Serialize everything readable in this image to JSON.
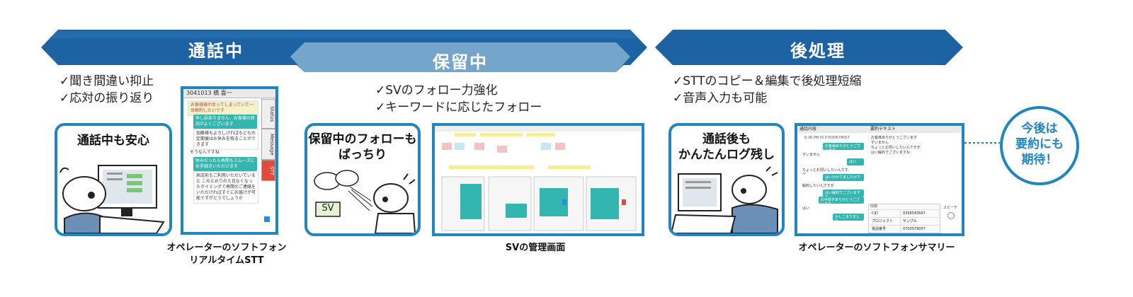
{
  "phases": {
    "during_call": {
      "label": "通話中",
      "bullets": [
        "✓聞き間違い抑止",
        "✓応対の振り返り"
      ],
      "panel_title": "通話中も安心",
      "caption_lines": [
        "オペレーターのソフトフォン",
        "リアルタイムSTT"
      ],
      "screenshot": {
        "header": "3041013 橋 喜一",
        "tabs": [
          "Status",
          "Message",
          "STT"
        ],
        "messages": [
          "お客様様が余ってしまっていて一旦解約したいです",
          "申し訳ありません、お客様の状況がよくございます",
          "加藤様もよろしければもどもの定期便はお休みを取ることができます",
          "そうなんですね",
          "休みだったら再開もスムーズにお手続きいただけます",
          "来店前もご利用いただいていると  このとおりの土日なくなっ たタイミングで再開のご連絡をいただければすぐにお届けが可能ですがどうでしょうか"
        ]
      }
    },
    "on_hold": {
      "label": "保留中",
      "bullets": [
        "✓SVのフォロー力強化",
        "✓キーワードに応じたフォロー"
      ],
      "panel_title_lines": [
        "保留中のフォローも",
        "ばっちり"
      ],
      "sv_label": "SV",
      "caption": "SVの管理画面"
    },
    "after_call": {
      "label": "後処理",
      "bullets": [
        "✓STTのコピー＆編集で後処理短縮",
        "✓音声入力も可能"
      ],
      "panel_title_lines": [
        "通話後も",
        "かんたんログ残し"
      ],
      "caption": "オペレーターのソフトフォンサマリー",
      "screenshot": {
        "left_header": "通話内容",
        "right_header": "要約テキスト",
        "timestamp": "6:36 PM ID 07030579057",
        "summary_text": [
          "お客様ありがとうございます",
          "すいません",
          "ちょっとお伺いしたいんですが",
          "はい解約でございますね"
        ],
        "chat": [
          "お客様ありがとうございます",
          "すいません",
          "はい",
          "ちょっとお伺いしたいんですが",
          "はい分かりましたかでも",
          "解約したいんですが",
          "はい解約でございますね",
          "お手続きありがとうございます",
          "はい",
          "かしこまりました"
        ],
        "info_header": "情報",
        "info_rows": [
          {
            "label": "CID",
            "value": "0356543567"
          },
          {
            "label": "プロジェクト",
            "value": "サンプル"
          },
          {
            "label": "電話番号",
            "value": "0703579057"
          }
        ],
        "side_label": "スピーチ"
      }
    }
  },
  "future_note_lines": [
    "今後は",
    "要約にも",
    "期待！"
  ],
  "colors": {
    "dark_blue": "#1d62a3",
    "light_blue": "#76a5cb",
    "accent": "#1f86c2",
    "teal": "#33b5b0"
  }
}
